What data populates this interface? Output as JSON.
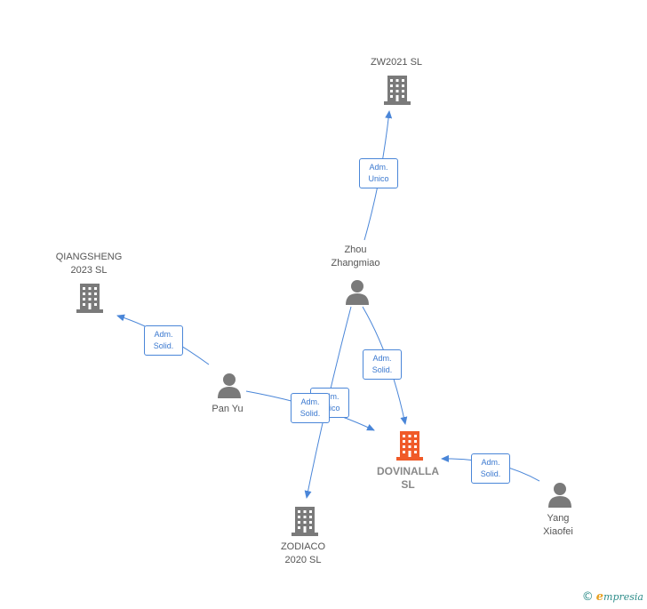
{
  "colors": {
    "company": "#7a7a7a",
    "company_main": "#f05a28",
    "person": "#7a7a7a",
    "edge": "#4a86d8"
  },
  "nodes": {
    "zw2021": {
      "label": "ZW2021  SL",
      "icon": "building-icon"
    },
    "qiangsheng": {
      "label": "QIANGSHENG\n2023  SL",
      "icon": "building-icon"
    },
    "dovinalla": {
      "label": "DOVINALLA\nSL",
      "icon": "building-icon"
    },
    "zodiaco": {
      "label": "ZODIACO\n2020  SL",
      "icon": "building-icon"
    },
    "zhou": {
      "label": "Zhou\nZhangmiao",
      "icon": "person-icon"
    },
    "panyu": {
      "label": "Pan Yu",
      "icon": "person-icon"
    },
    "yang": {
      "label": "Yang\nXiaofei",
      "icon": "person-icon"
    }
  },
  "edges": {
    "zhou_zw2021": "Adm.\nUnico",
    "panyu_qiangsheng": "Adm.\nSolid.",
    "zhou_dovinalla": "Adm.\nSolid.",
    "zhou_zodiaco": "Adm.\nUnico",
    "panyu_dovinalla": "Adm.\nSolid.",
    "yang_dovinalla": "Adm.\nSolid."
  },
  "brand": {
    "copyright": "©",
    "name_initial": "e",
    "name_rest": "mpresia"
  }
}
